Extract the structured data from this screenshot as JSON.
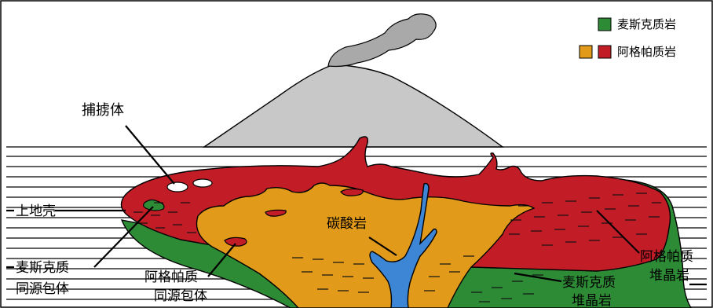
{
  "legend": {
    "mafic": {
      "label": "麦斯克质岩",
      "color": "#2e8b35"
    },
    "agpaitic": {
      "label": "阿格帕质岩",
      "colors": [
        "#e19a1a",
        "#c21d27"
      ]
    }
  },
  "labels": {
    "xenolith": "捕掳体",
    "upper_crust": "上地壳",
    "carbonatite": "碳酸岩",
    "mafic_enclave_1": "麦斯克质",
    "mafic_enclave_2": "同源包体",
    "agpaitic_enclave_1": "阿格帕质",
    "agpaitic_enclave_2": "同源包体",
    "agpaitic_cumulate_1": "阿格帕质",
    "agpaitic_cumulate_2": "堆晶岩",
    "mafic_cumulate_1": "麦斯克质",
    "mafic_cumulate_2": "堆晶岩"
  },
  "colors": {
    "volcano": "#c8c8c8",
    "plume": "#a9a9a9",
    "red": "#c21d27",
    "orange": "#e19a1a",
    "green": "#2e8b35",
    "blue": "#3d86d6"
  }
}
